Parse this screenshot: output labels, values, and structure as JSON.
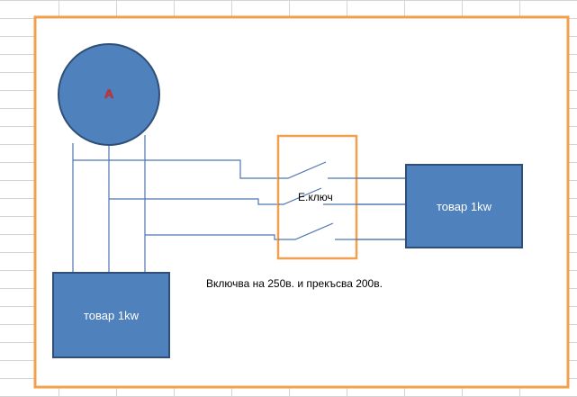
{
  "diagram": {
    "generator_label": "A",
    "switch_label": "Е.ключ",
    "load_right_label": "товар 1kw",
    "load_bottom_label": "товар 1kw",
    "note": "Включва на 250в.  и прекъсва 200в."
  },
  "colors": {
    "frame": "#f2a04d",
    "shape_fill": "#4f81bd",
    "shape_border": "#2f4f79",
    "wire": "#4f76b0",
    "grid": "#d4d4d4",
    "generator_text": "#d92b2b"
  }
}
